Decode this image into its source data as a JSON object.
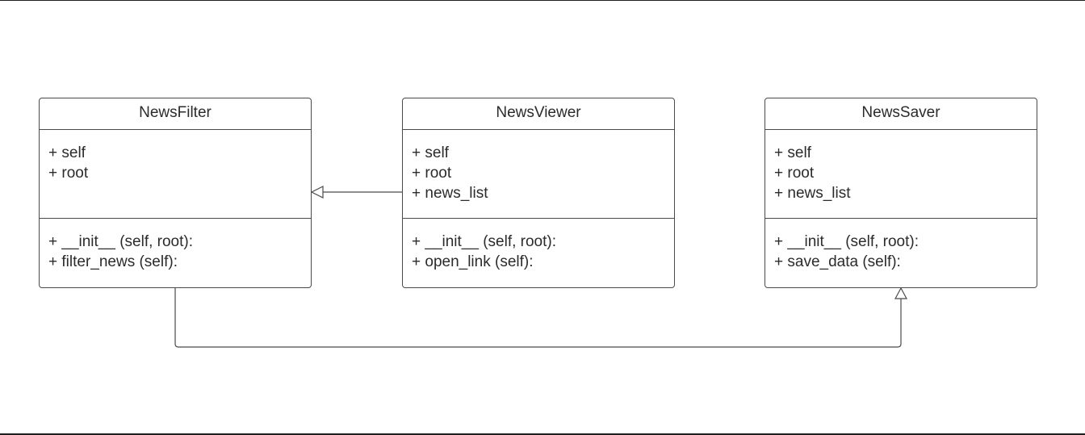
{
  "classes": {
    "filter": {
      "name": "NewsFilter",
      "attributes": [
        "+ self",
        "+ root"
      ],
      "methods": [
        "+ __init__ (self, root):",
        "+ filter_news (self):"
      ]
    },
    "viewer": {
      "name": "NewsViewer",
      "attributes": [
        "+ self",
        "+ root",
        "+ news_list"
      ],
      "methods": [
        "+ __init__ (self, root):",
        "+ open_link (self):"
      ]
    },
    "saver": {
      "name": "NewsSaver",
      "attributes": [
        "+ self",
        "+ root",
        "+ news_list"
      ],
      "methods": [
        "+ __init__ (self, root):",
        "+ save_data (self):"
      ]
    }
  },
  "relations": [
    {
      "from": "NewsViewer",
      "to": "NewsFilter",
      "kind": "generalization"
    },
    {
      "from": "NewsFilter",
      "to": "NewsSaver",
      "kind": "generalization"
    }
  ]
}
